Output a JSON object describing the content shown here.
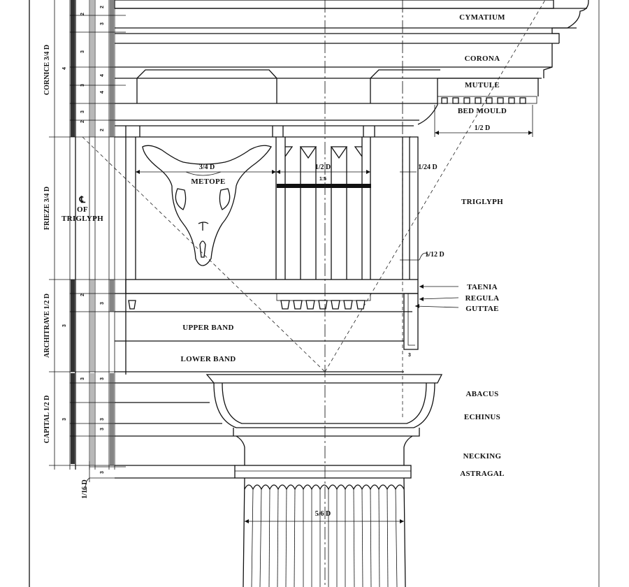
{
  "labels": {
    "cymatium": "CYMATIUM",
    "corona": "CORONA",
    "mutule": "MUTULE",
    "bed_mould": "BED MOULD",
    "triglyph": "TRIGLYPH",
    "metope": "METOPE",
    "taenia": "TAENIA",
    "regula": "REGULA",
    "guttae": "GUTTAE",
    "upper_band": "UPPER BAND",
    "lower_band": "LOWER BAND",
    "abacus": "ABACUS",
    "echinus": "ECHINUS",
    "necking": "NECKING",
    "astragal": "ASTRAGAL",
    "triglyph_axis_symbol": "℄",
    "triglyph_axis_line1": "OF",
    "triglyph_axis_line2": "TRIGLYPH"
  },
  "sections": {
    "cornice": "CORNICE 3/4 D",
    "frieze": "FRIEZE 3/4 D",
    "architrave": "ARCHITRAVE 1/2 D",
    "capital": "CAPITAL 1/2 D"
  },
  "dimensions": {
    "bed_mould_projection": "1/2 D",
    "metope_width": "3/4 D",
    "triglyph_width": "1/2 D",
    "triglyph_ratio": "1:5",
    "fillet": "1/24 D",
    "glyph_depth": "1/12 D",
    "astragal_height": "1/16 D",
    "shaft_diameter": "5/6 D",
    "small_module": "3"
  },
  "unit_marks": {
    "cornice": [
      "2",
      "2",
      "3",
      "3",
      "4",
      "3",
      "4",
      "3",
      "2",
      "2"
    ],
    "cornice_total": "4",
    "architrave": [
      "2",
      "3"
    ],
    "architrave_total": "3",
    "capital": [
      "3",
      "3",
      "3",
      "3"
    ],
    "capital_total": "3",
    "astragal": [
      "3"
    ]
  }
}
